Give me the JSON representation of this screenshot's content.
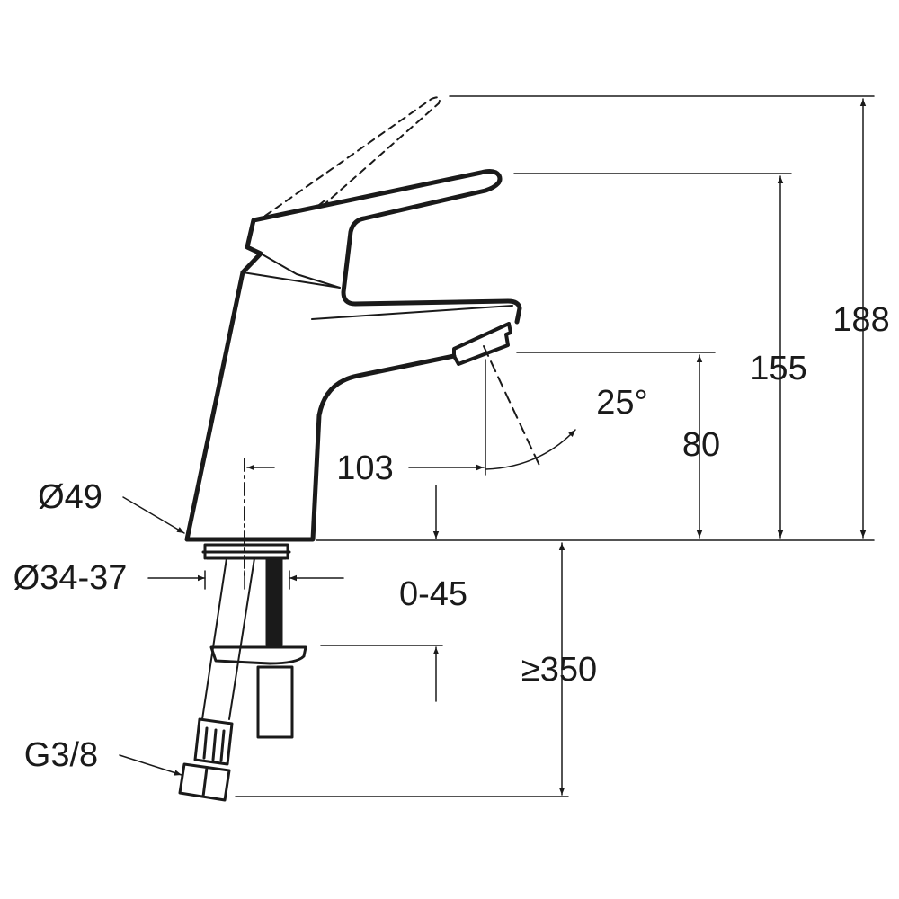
{
  "drawing": {
    "title": "Basin mixer dimension drawing",
    "colors": {
      "line": "#1a1a1a",
      "background": "#ffffff"
    },
    "dimensions": {
      "total_height": "188",
      "handle_height": "155",
      "spout_height": "80",
      "spout_reach": "103",
      "spout_angle": "25°",
      "base_diameter": "Ø49",
      "hole_diameter": "Ø34-37",
      "deck_thickness": "0-45",
      "hose_length": "≥350",
      "connection_thread": "G3/8"
    }
  }
}
